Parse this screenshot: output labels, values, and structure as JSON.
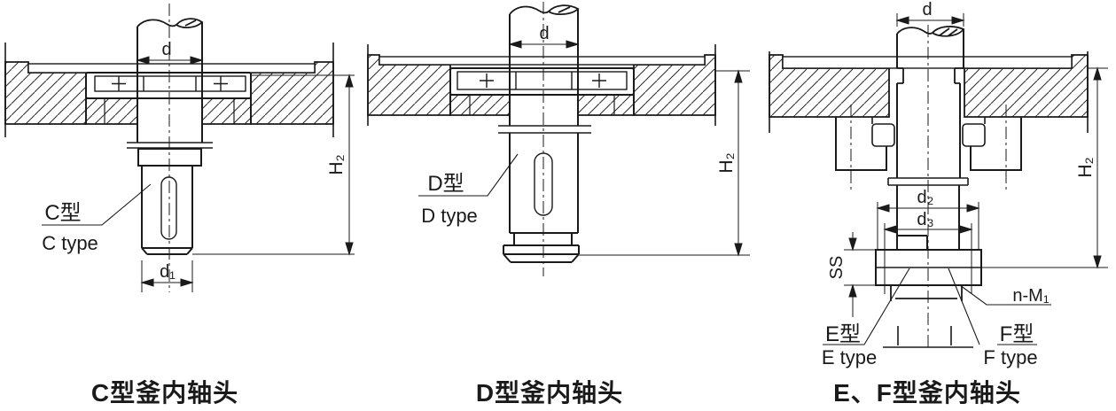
{
  "diagram": {
    "captions": {
      "c": "C型釜内轴头",
      "d": "D型釜内轴头",
      "ef": "E、F型釜内轴头"
    },
    "labels": {
      "c_type_zh": "C型",
      "c_type_en": "C type",
      "d_type_zh": "D型",
      "d_type_en": "D type",
      "e_type_zh": "E型",
      "e_type_en": "E type",
      "f_type_zh": "F型",
      "f_type_en": "F type"
    },
    "dimensions": {
      "d": "d",
      "d1": "d₁",
      "d2": "d₂",
      "d3": "d₃",
      "h2": "H₂",
      "ss": "SS",
      "n_m1": "n-M₁"
    },
    "colors": {
      "line": "#1a1a1a",
      "background": "#ffffff"
    }
  }
}
